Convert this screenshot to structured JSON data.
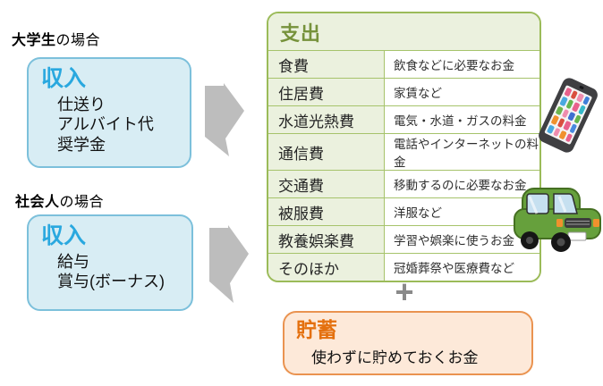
{
  "colors": {
    "income_accent": "#29a8df",
    "income_box_fill": "#d8edf4",
    "expense_accent": "#76923b",
    "expense_border": "#9bbb59",
    "expense_cell_fill": "#ebf1de",
    "savings_accent": "#e4700e",
    "savings_box_fill": "#fde9d9",
    "arrow_gray": "#bdbdbd"
  },
  "sections": {
    "student": {
      "label_bold": "大学生",
      "label_rest": "の場合",
      "income": {
        "title": "収入",
        "items": [
          "仕送り",
          "アルバイト代",
          "奨学金"
        ]
      }
    },
    "worker": {
      "label_bold": "社会人",
      "label_rest": "の場合",
      "income": {
        "title": "収入",
        "items": [
          "給与",
          "賞与(ボーナス)"
        ]
      }
    }
  },
  "expenses": {
    "title": "支出",
    "rows": [
      {
        "category": "食費",
        "description": "飲食などに必要なお金"
      },
      {
        "category": "住居費",
        "description": "家賃など"
      },
      {
        "category": "水道光熱費",
        "description": "電気・水道・ガスの料金"
      },
      {
        "category": "通信費",
        "description": "電話やインターネットの料金"
      },
      {
        "category": "交通費",
        "description": "移動するのに必要なお金"
      },
      {
        "category": "被服費",
        "description": "洋服など"
      },
      {
        "category": "教養娯楽費",
        "description": "学習や娯楽に使うお金"
      },
      {
        "category": "そのほか",
        "description": "冠婚葬祭や医療費など"
      }
    ]
  },
  "plus_sign": "+",
  "savings": {
    "title": "貯蓄",
    "description": "使わずに貯めておくお金"
  },
  "icons": {
    "flow_arrow": "right-block-arrow-icon",
    "smartphone": "smartphone-illustration",
    "car": "car-illustration"
  }
}
